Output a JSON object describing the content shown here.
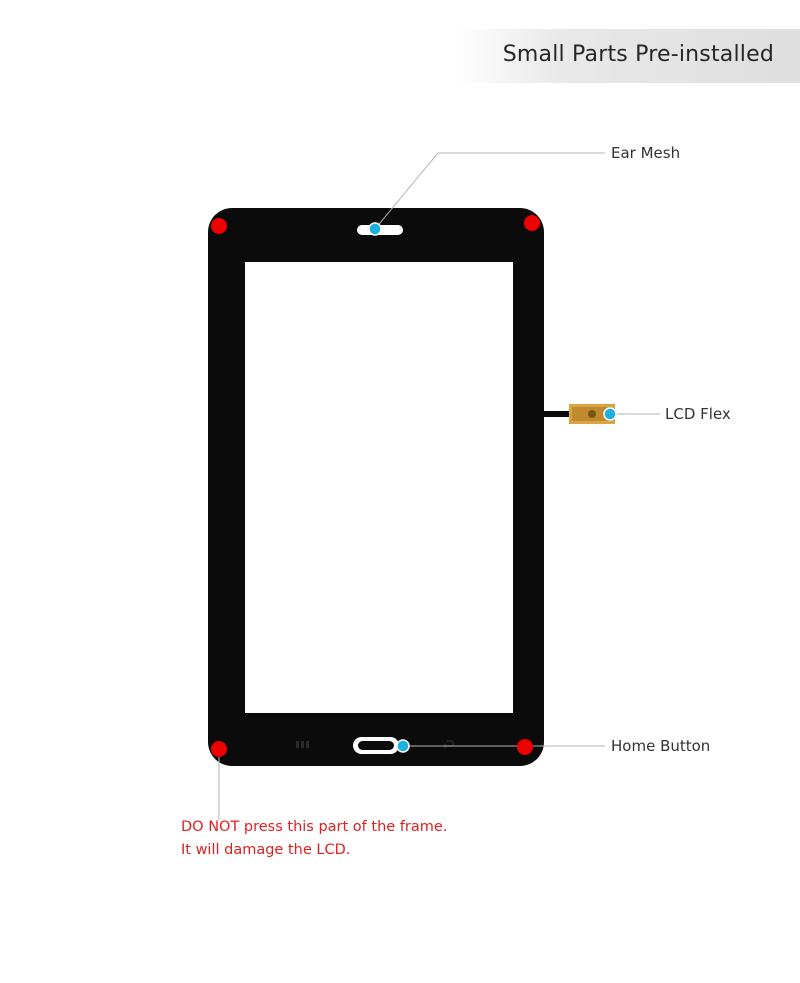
{
  "header": {
    "title": "Small Parts Pre-installed"
  },
  "callouts": {
    "ear_mesh": "Ear Mesh",
    "lcd_flex": "LCD Flex",
    "home_button": "Home Button"
  },
  "warning": {
    "line1": "DO NOT press this part of the frame.",
    "line2": "It will damage the LCD."
  },
  "colors": {
    "frame": "#0b0b0c",
    "callout_dot": "#1ab0e0",
    "warning_dot": "#ee0000",
    "warning_text": "#e02020",
    "flex_tab": "#d9a441",
    "leader_line": "#b3b3b3"
  }
}
